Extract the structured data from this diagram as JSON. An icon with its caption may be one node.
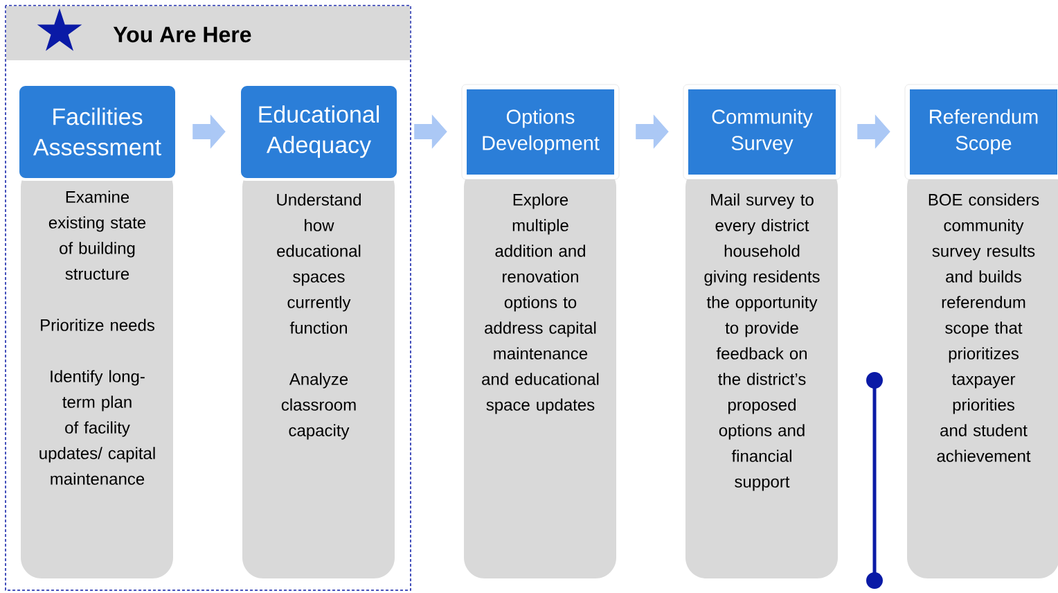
{
  "diagram": {
    "nodes": [
      {
        "text": [
          "You Are Here"
        ]
      },
      {
        "text": [
          "Facilities Assessment",
          "Examine existing state of building structure",
          "Prioritize needs",
          "Identify long-term plan of facility updates/ capital maintenance"
        ],
        "in": 0
      },
      {
        "text": [
          "Educational Adequacy",
          "Understand how educational spaces currently function",
          "Analyze classroom capacity"
        ],
        "in": 0
      },
      {
        "text": [
          "Options Development",
          "Explore multiple addition and renovation options to address capital maintenance and educational space updates"
        ]
      },
      {
        "text": [
          "Community Survey",
          "Mail survey to every district household giving residents the opportunity to provide feedback on the district’s proposed options and financial support"
        ]
      },
      {
        "text": [
          "Referendum Scope",
          "BOE considers community survey results and builds referendum scope that prioritizes taxpayer priorities and student achievement"
        ]
      }
    ],
    "edges": [
      {
        "from": 1,
        "to": 2,
        "arrow": "to"
      },
      {
        "from": 2,
        "to": 3,
        "arrow": "to"
      },
      {
        "from": 3,
        "to": 4,
        "arrow": "to"
      },
      {
        "from": 4,
        "to": 5,
        "arrow": "to"
      }
    ]
  }
}
